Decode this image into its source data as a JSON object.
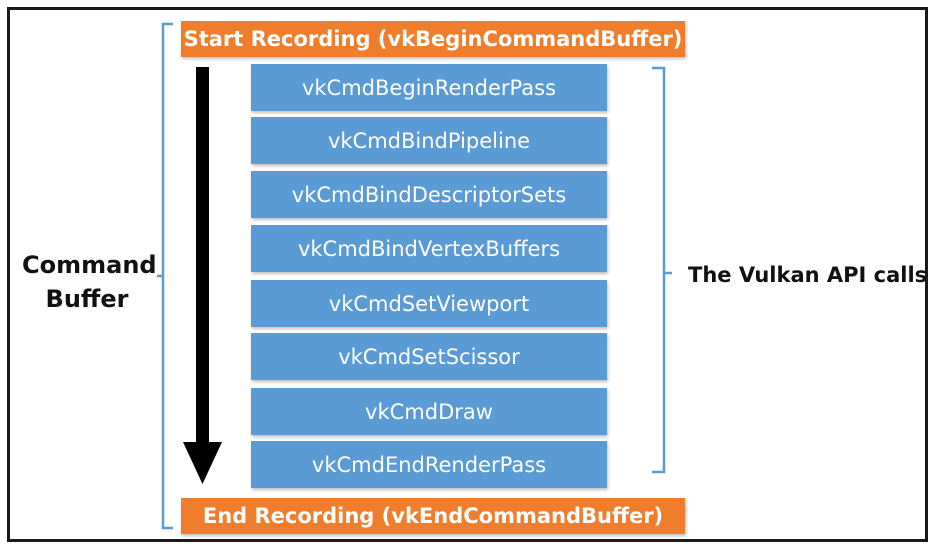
{
  "start_recording": "Start Recording (vkBeginCommandBuffer)",
  "end_recording": "End Recording (vkEndCommandBuffer)",
  "command_buffer_label": [
    "Command",
    "Buffer"
  ],
  "api_calls_label": "The Vulkan API calls",
  "calls": [
    "vkCmdBeginRenderPass",
    "vkCmdBindPipeline",
    "vkCmdBindDescriptorSets",
    "vkCmdBindVertexBuffers",
    "vkCmdSetViewport",
    "vkCmdSetScissor",
    "vkCmdDraw",
    "vkCmdEndRenderPass"
  ],
  "colors": {
    "recording_box": "#f07d2b",
    "call_box": "#5b9bd5",
    "bracket": "#5b9bd5",
    "arrow": "#000000"
  }
}
